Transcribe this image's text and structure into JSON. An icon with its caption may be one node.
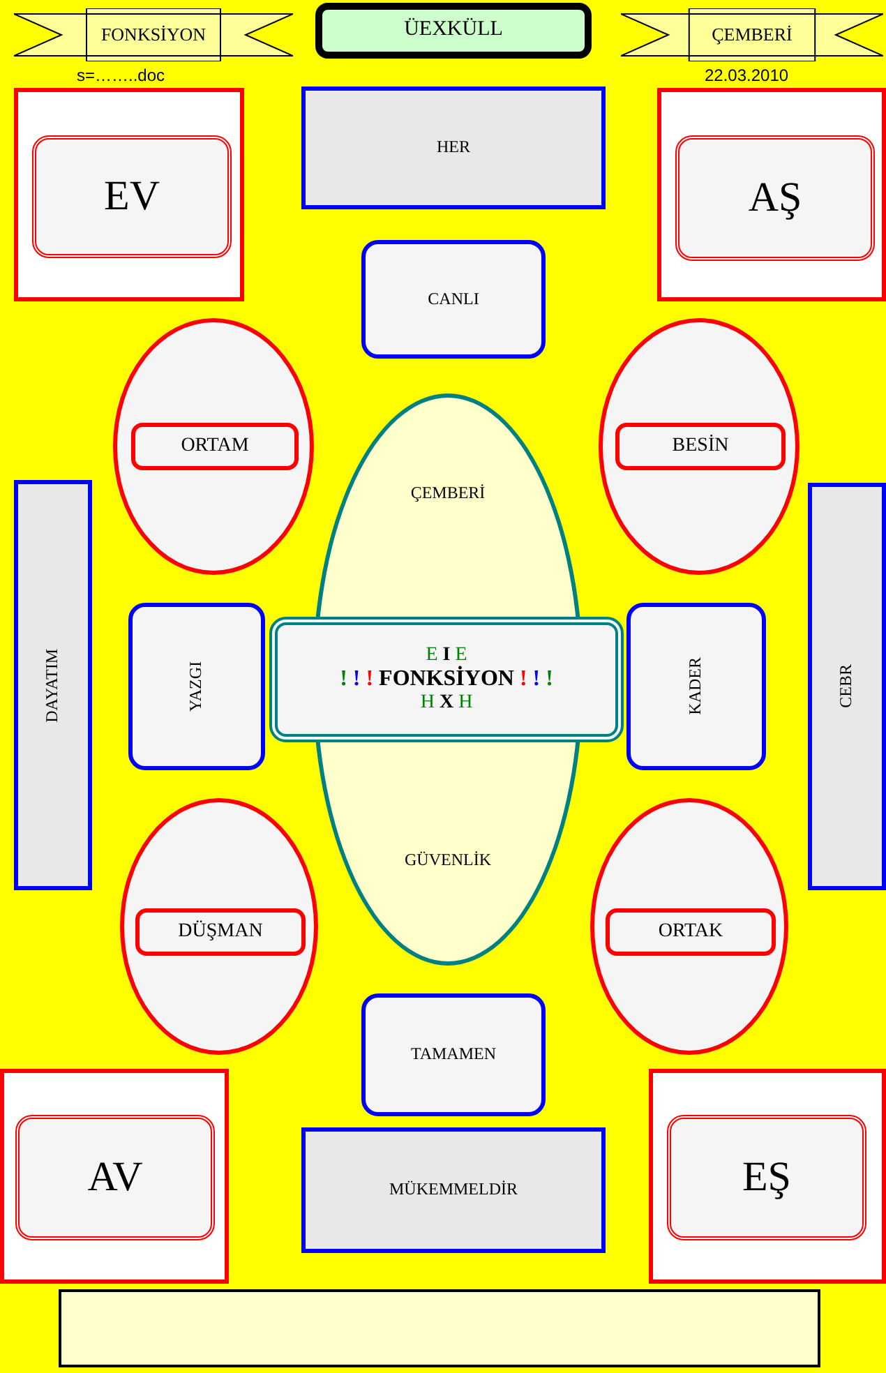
{
  "diagram": {
    "nodes": [
      {
        "text": [
          "FONKSİYON"
        ]
      },
      {
        "text": [
          "ÜEXKÜLL"
        ]
      },
      {
        "text": [
          "ÇEMBERİ"
        ]
      },
      {
        "text": [],
        "shape": "box"
      },
      {
        "text": [
          "EV"
        ],
        "in": 3
      },
      {
        "text": [
          "HER"
        ]
      },
      {
        "text": [],
        "shape": "box"
      },
      {
        "text": [
          "AŞ"
        ],
        "in": 6
      },
      {
        "text": [
          "CANLI"
        ]
      },
      {
        "text": [],
        "shape": "circle"
      },
      {
        "text": [
          "ORTAM"
        ],
        "in": 9
      },
      {
        "text": [],
        "shape": "circle"
      },
      {
        "text": [
          "BESİN"
        ],
        "in": 11
      },
      {
        "text": [
          "DAYATIM"
        ]
      },
      {
        "text": [
          "ÇEMBERİ",
          "GÜVENLİK"
        ]
      },
      {
        "text": [
          "YAZGI"
        ]
      },
      {
        "text": [
          "E I E",
          "! ! ! FONKSİYON ! ! !",
          "H X H"
        ]
      },
      {
        "text": [
          "KADER"
        ]
      },
      {
        "text": [
          "CEBR"
        ]
      },
      {
        "text": [],
        "shape": "circle"
      },
      {
        "text": [
          "DÜŞMAN"
        ],
        "in": 19
      },
      {
        "text": [],
        "shape": "circle"
      },
      {
        "text": [
          "ORTAK"
        ],
        "in": 21
      },
      {
        "text": [
          "TAMAMEN"
        ]
      },
      {
        "text": [],
        "shape": "box"
      },
      {
        "text": [
          "AV"
        ],
        "in": 24
      },
      {
        "text": [
          "MÜKEMMELDİR"
        ]
      },
      {
        "text": [],
        "shape": "box"
      },
      {
        "text": [
          "EŞ"
        ],
        "in": 27
      },
      {
        "text": [],
        "shape": "box"
      }
    ],
    "edges": [],
    "labels": [
      "s=……..doc",
      "22.03.2010"
    ]
  }
}
